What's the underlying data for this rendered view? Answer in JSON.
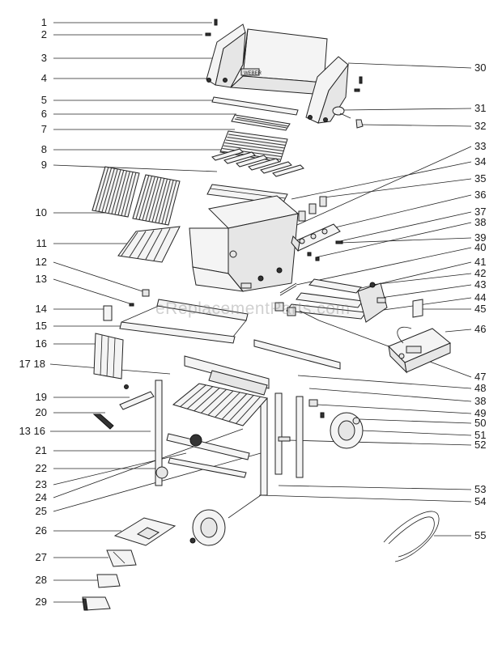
{
  "watermark": "eReplacementParts.com",
  "callouts_left": [
    {
      "id": "c1",
      "text": "1"
    },
    {
      "id": "c2",
      "text": "2"
    },
    {
      "id": "c3",
      "text": "3"
    },
    {
      "id": "c4",
      "text": "4"
    },
    {
      "id": "c5",
      "text": "5"
    },
    {
      "id": "c6",
      "text": "6"
    },
    {
      "id": "c7",
      "text": "7"
    },
    {
      "id": "c8",
      "text": "8"
    },
    {
      "id": "c9",
      "text": "9"
    },
    {
      "id": "c10",
      "text": "10"
    },
    {
      "id": "c11",
      "text": "11"
    },
    {
      "id": "c12",
      "text": "12"
    },
    {
      "id": "c13",
      "text": "13"
    },
    {
      "id": "c14",
      "text": "14"
    },
    {
      "id": "c15",
      "text": "15"
    },
    {
      "id": "c16",
      "text": "16"
    },
    {
      "id": "c17",
      "text": "17 18"
    },
    {
      "id": "c19",
      "text": "19"
    },
    {
      "id": "c20",
      "text": "20"
    },
    {
      "id": "c1316",
      "text": "13 16"
    },
    {
      "id": "c21",
      "text": "21"
    },
    {
      "id": "c22",
      "text": "22"
    },
    {
      "id": "c23",
      "text": "23"
    },
    {
      "id": "c24",
      "text": "24"
    },
    {
      "id": "c25",
      "text": "25"
    },
    {
      "id": "c26",
      "text": "26"
    },
    {
      "id": "c27",
      "text": "27"
    },
    {
      "id": "c28",
      "text": "28"
    },
    {
      "id": "c29",
      "text": "29"
    }
  ],
  "callouts_right": [
    {
      "id": "c30",
      "text": "30"
    },
    {
      "id": "c31",
      "text": "31"
    },
    {
      "id": "c32",
      "text": "32"
    },
    {
      "id": "c33",
      "text": "33"
    },
    {
      "id": "c34",
      "text": "34"
    },
    {
      "id": "c35",
      "text": "35"
    },
    {
      "id": "c36",
      "text": "36"
    },
    {
      "id": "c37",
      "text": "37"
    },
    {
      "id": "c38",
      "text": "38"
    },
    {
      "id": "c39",
      "text": "39"
    },
    {
      "id": "c40",
      "text": "40"
    },
    {
      "id": "c41",
      "text": "41"
    },
    {
      "id": "c42",
      "text": "42"
    },
    {
      "id": "c43",
      "text": "43"
    },
    {
      "id": "c44",
      "text": "44"
    },
    {
      "id": "c45",
      "text": "45"
    },
    {
      "id": "c46",
      "text": "46"
    },
    {
      "id": "c47",
      "text": "47"
    },
    {
      "id": "c48",
      "text": "48"
    },
    {
      "id": "c38b",
      "text": "38"
    },
    {
      "id": "c49",
      "text": "49"
    },
    {
      "id": "c50",
      "text": "50"
    },
    {
      "id": "c51",
      "text": "51"
    },
    {
      "id": "c52",
      "text": "52"
    },
    {
      "id": "c53",
      "text": "53"
    },
    {
      "id": "c54",
      "text": "54"
    },
    {
      "id": "c55",
      "text": "55"
    }
  ],
  "brand_plate": "WEBER"
}
